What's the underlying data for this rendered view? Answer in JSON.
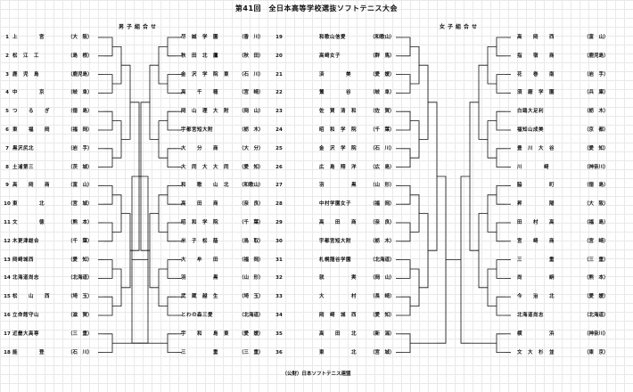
{
  "header": {
    "title": "第41回　全日本高等学校選抜ソフトテニス大会",
    "boys_label": "男子組合せ",
    "girls_label": "女子組合せ",
    "footer": "（公財）日本ソフトテニス連盟"
  },
  "boys_left": [
    {
      "num": "1",
      "name": "上　　　　宮",
      "pref": "（大　阪）"
    },
    {
      "num": "2",
      "name": "松　江　工",
      "pref": "（島　根）"
    },
    {
      "num": "3",
      "name": "鹿　児　島",
      "pref": "（鹿児島）"
    },
    {
      "num": "4",
      "name": "中　　　　京",
      "pref": "（岐　阜）"
    },
    {
      "num": "5",
      "name": "つ　　る　　ぎ",
      "pref": "（徳　島）"
    },
    {
      "num": "6",
      "name": "東　　福　　岡",
      "pref": "（福　岡）"
    },
    {
      "num": "7",
      "name": "黒沢尻北",
      "pref": "（岩　手）"
    },
    {
      "num": "8",
      "name": "土浦第三",
      "pref": "（茨　城）"
    },
    {
      "num": "9",
      "name": "高　　岡　　商",
      "pref": "（富　山）"
    },
    {
      "num": "10",
      "name": "東　　　　北",
      "pref": "（宮　城）"
    },
    {
      "num": "11",
      "name": "文　　　　徳",
      "pref": "（熊　本）"
    },
    {
      "num": "12",
      "name": "木更津総合",
      "pref": "（千　葉）"
    },
    {
      "num": "13",
      "name": "岡崎城西",
      "pref": "（愛　知）"
    },
    {
      "num": "14",
      "name": "北海道尚志",
      "pref": "（北海道）"
    },
    {
      "num": "15",
      "name": "松　　山　　西",
      "pref": "（埼　玉）"
    },
    {
      "num": "16",
      "name": "立命館守山",
      "pref": "（滋　賀）"
    },
    {
      "num": "17",
      "name": "近畿大高専",
      "pref": "（三　重）"
    },
    {
      "num": "18",
      "name": "能　　　　登",
      "pref": "（石　川）"
    }
  ],
  "boys_right": [
    {
      "num": "19",
      "name": "尽　誠　学　園",
      "pref": "（香　川）"
    },
    {
      "num": "20",
      "name": "秋　田　北　鷹",
      "pref": "（秋　田）"
    },
    {
      "num": "21",
      "name": "金　沢　学　院　東",
      "pref": "（石　川）"
    },
    {
      "num": "22",
      "name": "高　　千　　穂",
      "pref": "（宮　崎）"
    },
    {
      "num": "23",
      "name": "岡　山　理　大　附",
      "pref": "（岡　山）"
    },
    {
      "num": "24",
      "name": "宇都宮短大附",
      "pref": "（栃　木）"
    },
    {
      "num": "25",
      "name": "大　　分　　商",
      "pref": "（大　分）"
    },
    {
      "num": "26",
      "name": "大　同　大　大　同",
      "pref": "（愛　知）"
    },
    {
      "num": "27",
      "name": "和　　歌　　山　北",
      "pref": "（和歌山）"
    },
    {
      "num": "28",
      "name": "高　　田　　商",
      "pref": "（奈　良）"
    },
    {
      "num": "29",
      "name": "昭　和　学　院",
      "pref": "（千　葉）"
    },
    {
      "num": "30",
      "name": "米　子　松　蔭",
      "pref": "（鳥　取）"
    },
    {
      "num": "31",
      "name": "大　　牟　　田",
      "pref": "（福　岡）"
    },
    {
      "num": "32",
      "name": "羽　　　　　黒",
      "pref": "（山　形）"
    },
    {
      "num": "33",
      "name": "武　蔵　越　生",
      "pref": "（埼　玉）"
    },
    {
      "num": "34",
      "name": "とわの森三愛",
      "pref": "（北海道）"
    },
    {
      "num": "35",
      "name": "宇　　和　　島　東",
      "pref": "（愛　媛）"
    },
    {
      "num": "36",
      "name": "三　　　　　重",
      "pref": "（三　重）"
    }
  ],
  "girls_left": [
    {
      "name": "和歌山信愛",
      "pref": "（和歌山）"
    },
    {
      "name": "高崎女子",
      "pref": "（群　馬）"
    },
    {
      "name": "済　　　　美",
      "pref": "（愛　媛）"
    },
    {
      "name": "鶯　　　　谷",
      "pref": "（岐　阜）"
    },
    {
      "name": "佐　賀　清　和",
      "pref": "（佐　賀）"
    },
    {
      "name": "昭　和　学　院",
      "pref": "（千　葉）"
    },
    {
      "name": "金　沢　学　院",
      "pref": "（石　川）"
    },
    {
      "name": "広　島　翔　洋",
      "pref": "（広　島）"
    },
    {
      "name": "羽　　　　　黒",
      "pref": "（山　形）"
    },
    {
      "name": "中村学園女子",
      "pref": "（福　岡）"
    },
    {
      "name": "高　　田　　商",
      "pref": "（奈　良）"
    },
    {
      "name": "宇都宮短大附",
      "pref": "（栃　木）"
    },
    {
      "name": "札幌龍谷学園",
      "pref": "（北海道）"
    },
    {
      "name": "就　　　　　実",
      "pref": "（岡　山）"
    },
    {
      "name": "大　　　　　村",
      "pref": "（長　崎）"
    },
    {
      "name": "岡　崎　城　西",
      "pref": "（愛　知）"
    },
    {
      "name": "高　　田　　北",
      "pref": "（新　潟）"
    },
    {
      "name": "東　　　　　北",
      "pref": "（宮　城）"
    }
  ],
  "girls_right": [
    {
      "name": "高　　岡　　西",
      "pref": "（富　山）"
    },
    {
      "name": "指　　宿　　商",
      "pref": "（鹿児島）"
    },
    {
      "name": "花　　巻　　南",
      "pref": "（岩　手）"
    },
    {
      "name": "須　磨　学　園",
      "pref": "（兵　庫）"
    },
    {
      "name": "白鴎大足利",
      "pref": "（栃　木）"
    },
    {
      "name": "福知山成美",
      "pref": "（京　都）"
    },
    {
      "name": "豊　川　大　谷",
      "pref": "（愛　知）"
    },
    {
      "name": "川　　　　崎",
      "pref": "（神奈川）"
    },
    {
      "name": "脇　　　　　町",
      "pref": "（徳　島）"
    },
    {
      "name": "昇　　　　　陽",
      "pref": "（大　阪）"
    },
    {
      "name": "田　　村　　高",
      "pref": "（福　島）"
    },
    {
      "name": "宮　　崎　　商",
      "pref": "（宮　崎）"
    },
    {
      "name": "三　　　　　重",
      "pref": "（三　重）"
    },
    {
      "name": "尚　　　　　絅",
      "pref": "（熊　本）"
    },
    {
      "name": "今　　治　　北",
      "pref": "（愛　媛）"
    },
    {
      "name": "北海道尚志",
      "pref": "（北海道）"
    },
    {
      "name": "横　　　　　浜",
      "pref": "（神奈川）"
    },
    {
      "name": "文　大　杉　並",
      "pref": "（東　京）"
    }
  ]
}
